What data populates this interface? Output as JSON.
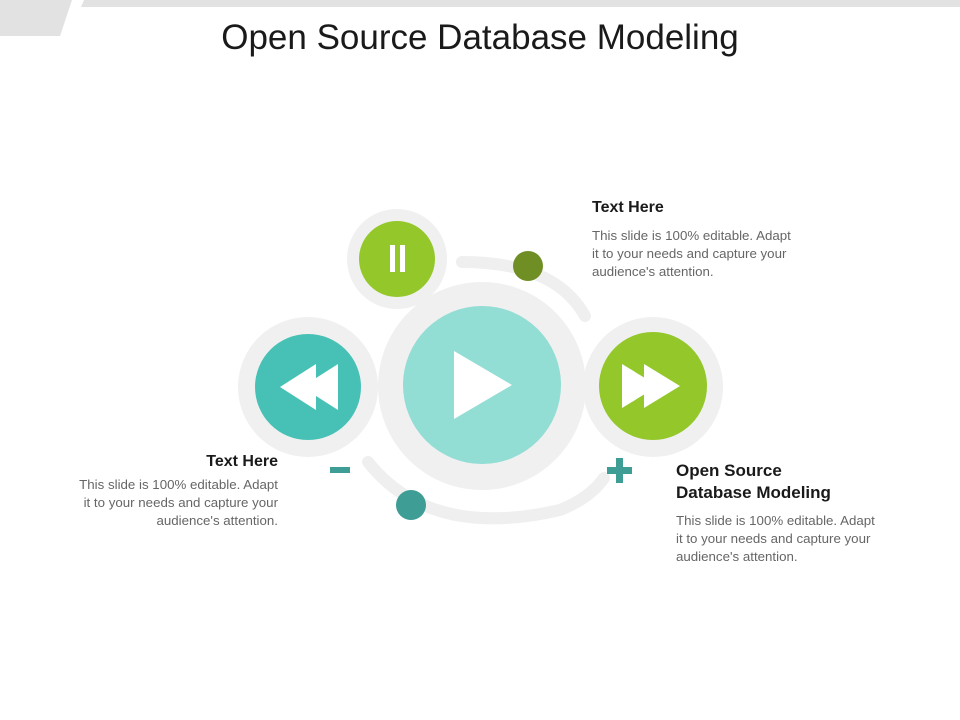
{
  "title": "Open Source Database Modeling",
  "colors": {
    "teal_dark": "#3e9e96",
    "teal": "#47c1b6",
    "teal_light": "#92ddd4",
    "green": "#94c72a",
    "olive": "#6f8f24",
    "ring": "#f0f0f0"
  },
  "icons": {
    "pause": "pause-icon",
    "play": "play-icon",
    "rewind": "rewind-icon",
    "fast_forward": "fast-forward-icon",
    "minus": "minus-icon",
    "plus": "plus-icon"
  },
  "blocks": {
    "top": {
      "heading": "Text Here",
      "body": [
        "This slide is 100% editable. Adapt",
        "it to your needs and capture your",
        "audience's attention."
      ]
    },
    "left": {
      "heading": "Text Here",
      "body": [
        "This slide is 100% editable. Adapt",
        "it to your needs and capture your",
        "audience's attention."
      ]
    },
    "right": {
      "heading": [
        "Open Source",
        "Database Modeling"
      ],
      "body": [
        "This slide is 100% editable. Adapt",
        "it to your needs and capture your",
        "audience's attention."
      ]
    }
  }
}
